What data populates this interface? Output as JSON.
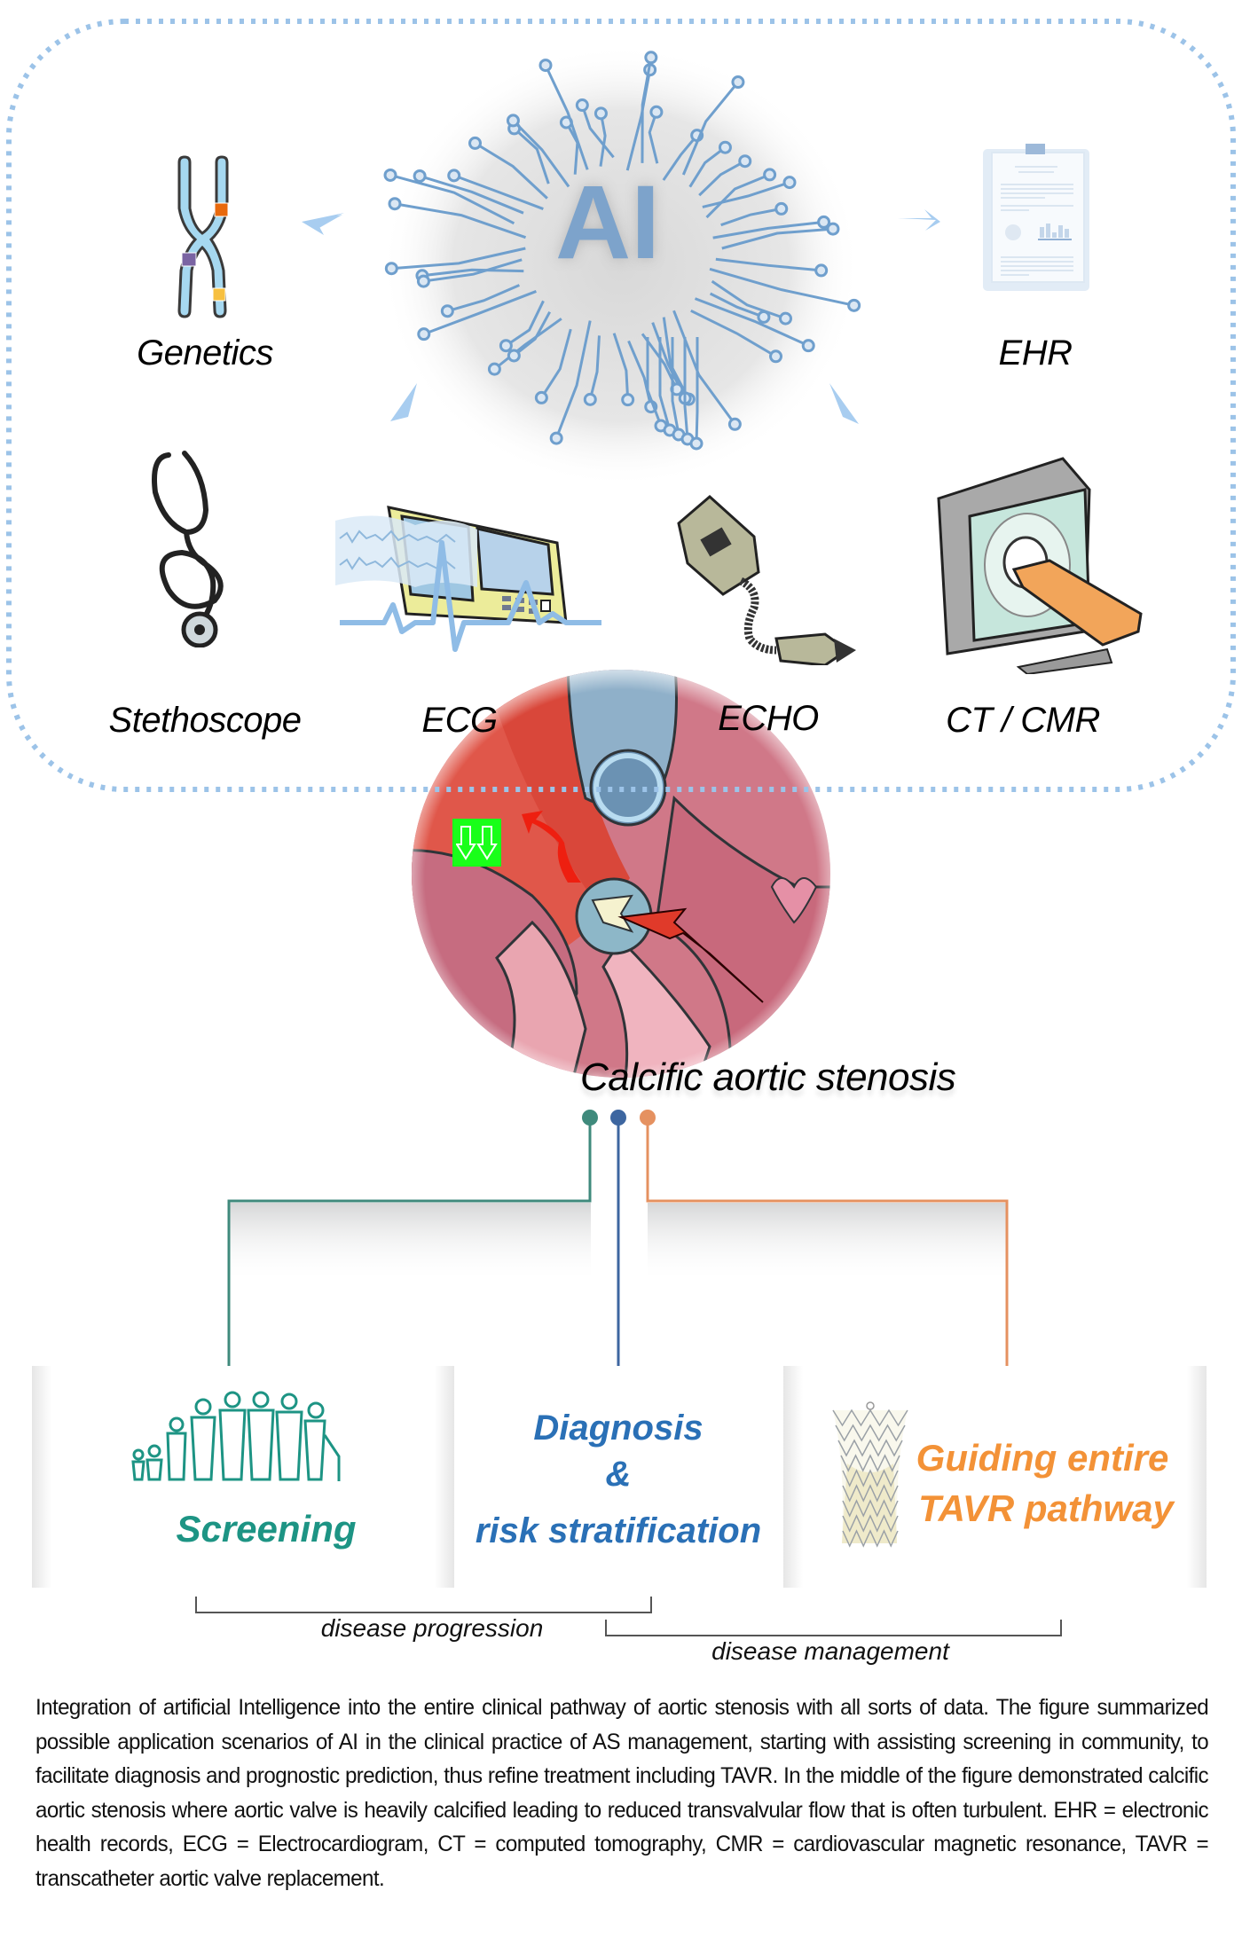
{
  "figure": {
    "center_label": "AI",
    "sources": [
      {
        "id": "genetics",
        "label": "Genetics",
        "icon": "chromosome-icon"
      },
      {
        "id": "ehr",
        "label": "EHR",
        "icon": "clipboard-document-icon"
      },
      {
        "id": "stethoscope",
        "label": "Stethoscope",
        "icon": "stethoscope-icon"
      },
      {
        "id": "ecg",
        "label": "ECG",
        "icon": "ecg-machine-icon"
      },
      {
        "id": "echo",
        "label": "ECHO",
        "icon": "ultrasound-probe-icon"
      },
      {
        "id": "ct_cmr",
        "label": "CT / CMR",
        "icon": "ct-scanner-icon"
      }
    ],
    "condition": {
      "label": "Calcific aortic stenosis",
      "icon": "heart-aortic-valve-icon",
      "flow_indicator": "reduced-flow-icon"
    },
    "stages": [
      {
        "id": "screening",
        "lines": [
          "Screening"
        ],
        "icon": "population-silhouettes-icon",
        "color": "#1d9484"
      },
      {
        "id": "diagnosis",
        "lines": [
          "Diagnosis",
          "&",
          "risk stratification"
        ],
        "color": "#2a70b6"
      },
      {
        "id": "tavr",
        "lines": [
          "Guiding entire",
          "TAVR pathway"
        ],
        "icon": "tavr-stent-valve-icon",
        "color": "#f39237"
      }
    ],
    "connector_colors": {
      "screening": "#3f8a7c",
      "diagnosis": "#3d66a0",
      "tavr": "#e59160"
    },
    "brackets": [
      {
        "label": "disease progression"
      },
      {
        "label": "disease management"
      }
    ],
    "border_color": "#9cc3e8",
    "circuit_color": "#6f9fcd"
  },
  "caption": "Integration of artificial Intelligence into the entire clinical pathway of aortic stenosis with all sorts of data. The figure summarized possible application scenarios of AI in the clinical practice of AS management, starting with assisting screening in community, to facilitate diagnosis and prognostic prediction, thus refine treatment including TAVR. In the middle of the figure demonstrated calcific aortic stenosis where aortic valve is heavily calcified leading to reduced transvalvular flow that is often turbulent. EHR = electronic health records, ECG = Electrocardiogram, CT = computed tomography, CMR = cardiovascular magnetic resonance, TAVR = transcatheter aortic valve replacement."
}
